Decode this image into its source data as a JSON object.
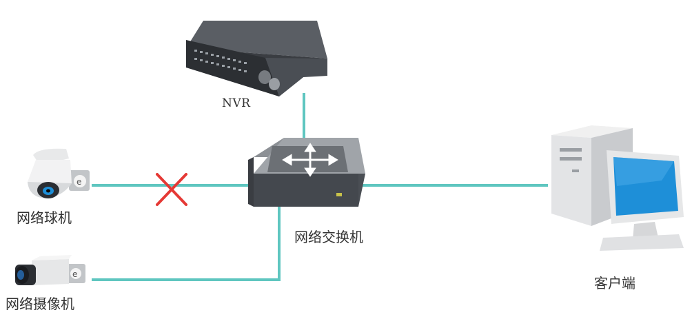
{
  "nodes": {
    "nvr": {
      "label": "NVR"
    },
    "dome_camera": {
      "label": "网络球机"
    },
    "box_camera": {
      "label": "网络摄像机"
    },
    "switch": {
      "label": "网络交换机"
    },
    "client": {
      "label": "客户端"
    }
  },
  "links": [
    {
      "from": "nvr",
      "to": "switch",
      "status": "connected"
    },
    {
      "from": "dome_camera",
      "to": "switch",
      "status": "broken"
    },
    {
      "from": "box_camera",
      "to": "switch",
      "status": "connected"
    },
    {
      "from": "switch",
      "to": "client",
      "status": "connected"
    }
  ],
  "colors": {
    "link": "#5fc6c0",
    "broken_mark": "#e53935",
    "device_dark": "#3a3d42",
    "device_gray": "#7b7f84",
    "screen_blue": "#1e8fd8"
  }
}
